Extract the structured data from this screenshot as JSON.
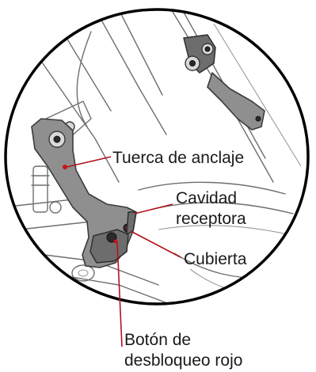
{
  "labels": {
    "anchor_nut": "Tuerca de anclaje",
    "receiving_cavity_line1": "Cavidad",
    "receiving_cavity_line2": "receptora",
    "cover": "Cubierta",
    "release_button_line1": "Botón de",
    "release_button_line2": "desbloqueo rojo"
  },
  "colors": {
    "leader": "#b3131b",
    "part": "#8f8f8f",
    "outline": "#000000"
  }
}
